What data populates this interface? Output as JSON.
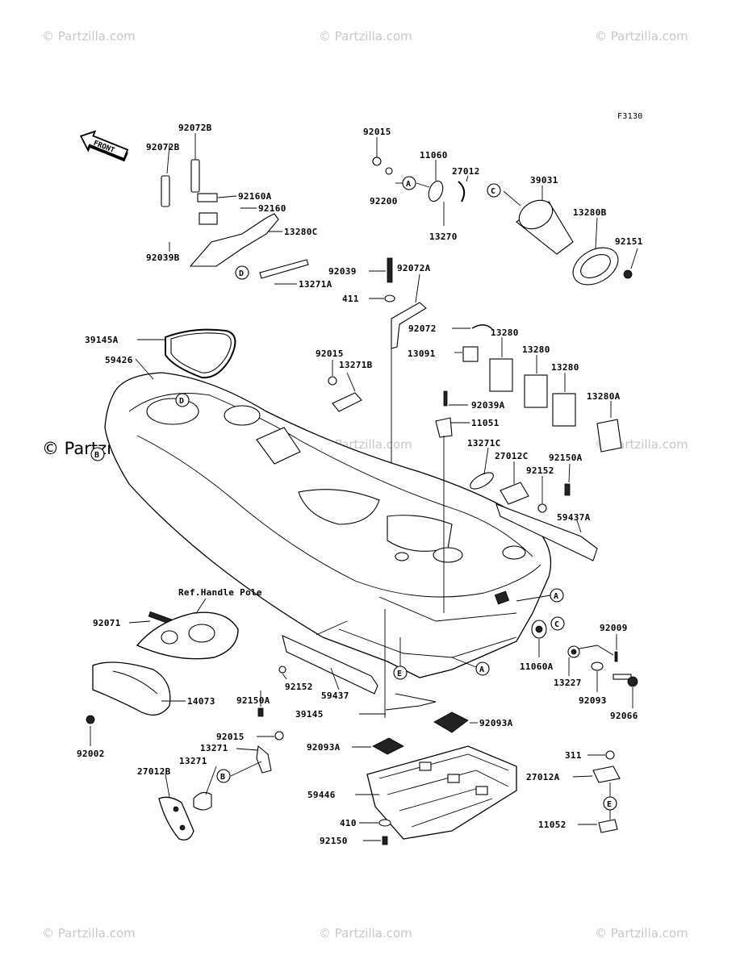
{
  "watermarks": {
    "top_left": "© Partzilla.com",
    "top_center": "© Partzilla.com",
    "top_right": "© Partzilla.com",
    "mid_left": "© Partzilla.com",
    "mid_center": "© Partzilla.com",
    "mid_right": "© Partzilla.com",
    "bottom_left": "© Partzilla.com",
    "bottom_center": "© Partzilla.com",
    "bottom_right": "© Partzilla.com"
  },
  "figure_code": "F3130",
  "front_label": "FRONT",
  "ref_note": "Ref.Handle Pole",
  "callouts": {
    "A": "A",
    "B": "B",
    "C": "C",
    "D": "D",
    "E": "E"
  },
  "parts": {
    "p92072B_1": "92072B",
    "p92072B_2": "92072B",
    "p92160A": "92160A",
    "p92160": "92160",
    "p13280C": "13280C",
    "p92039B": "92039B",
    "p13271A": "13271A",
    "p92015_1": "92015",
    "p11060": "11060",
    "p27012": "27012",
    "p92200": "92200",
    "p13270": "13270",
    "p39031": "39031",
    "p13280B": "13280B",
    "p92151": "92151",
    "p92039": "92039",
    "p92072A": "92072A",
    "p411": "411",
    "p92072": "92072",
    "p13280_1": "13280",
    "p13280_2": "13280",
    "p13280_3": "13280",
    "p13091": "13091",
    "p39145A": "39145A",
    "p59426": "59426",
    "p92015_2": "92015",
    "p13271B": "13271B",
    "p92039A": "92039A",
    "p11051": "11051",
    "p13280A": "13280A",
    "p13271C": "13271C",
    "p27012C": "27012C",
    "p92150A_1": "92150A",
    "p92152_1": "92152",
    "p59437A": "59437A",
    "p92071": "92071",
    "p11060A": "11060A",
    "p92009": "92009",
    "p14073": "14073",
    "p92152_2": "92152",
    "p92150A_2": "92150A",
    "p59437": "59437",
    "p13227": "13227",
    "p92093": "92093",
    "p92066": "92066",
    "p39145": "39145",
    "p92093A_1": "92093A",
    "p92093A_2": "92093A",
    "p92002": "92002",
    "p92015_3": "92015",
    "p13271_1": "13271",
    "p13271_2": "13271",
    "p27012B": "27012B",
    "p311": "311",
    "p27012A": "27012A",
    "p59446": "59446",
    "p410": "410",
    "p11052": "11052",
    "p92150": "92150"
  }
}
